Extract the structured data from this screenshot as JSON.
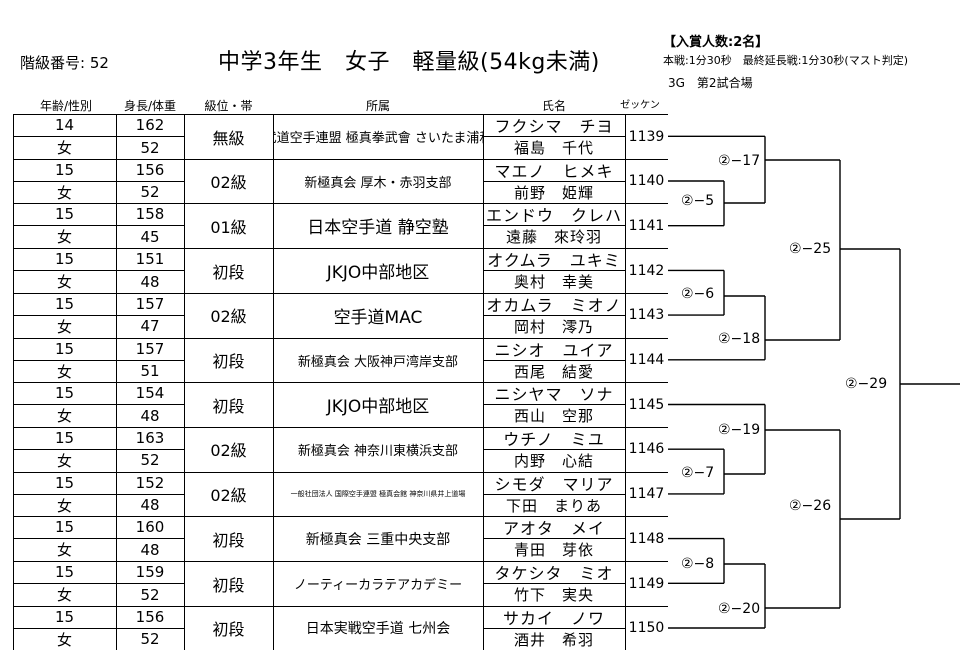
{
  "header": {
    "class_label": "階級番号: 52",
    "title": "中学3年生　女子　軽量級(54kg未満)",
    "award_title": "【入賞人数:2名】",
    "rules": "本戦:1分30秒　最終延長戦:1分30秒(マスト判定)",
    "venue": "3G　第2試合場"
  },
  "columns": [
    "年齢/性別",
    "身長/体重",
    "級位・帯",
    "所属",
    "氏名",
    "ゼッケン"
  ],
  "competitors": [
    {
      "age": "14",
      "sex": "女",
      "height": "162",
      "weight": "52",
      "rank": "無級",
      "club": "極真武道空手連盟 極真拳武會 さいたま浦和支部",
      "kana": "フクシマ　チヨ",
      "kanji": "福島　千代",
      "number": "1139"
    },
    {
      "age": "15",
      "sex": "女",
      "height": "156",
      "weight": "52",
      "rank": "02級",
      "club": "新極真会 厚木・赤羽支部",
      "kana": "マエノ　ヒメキ",
      "kanji": "前野　姫輝",
      "number": "1140"
    },
    {
      "age": "15",
      "sex": "女",
      "height": "158",
      "weight": "45",
      "rank": "01級",
      "club": "日本空手道 静空塾",
      "kana": "エンドウ　クレハ",
      "kanji": "遠藤　來玲羽",
      "number": "1141"
    },
    {
      "age": "15",
      "sex": "女",
      "height": "151",
      "weight": "48",
      "rank": "初段",
      "club": "JKJO中部地区",
      "kana": "オクムラ　ユキミ",
      "kanji": "奥村　幸美",
      "number": "1142"
    },
    {
      "age": "15",
      "sex": "女",
      "height": "157",
      "weight": "47",
      "rank": "02級",
      "club": "空手道MAC",
      "kana": "オカムラ　ミオノ",
      "kanji": "岡村　澪乃",
      "number": "1143"
    },
    {
      "age": "15",
      "sex": "女",
      "height": "157",
      "weight": "51",
      "rank": "初段",
      "club": "新極真会 大阪神戸湾岸支部",
      "kana": "ニシオ　ユイア",
      "kanji": "西尾　結愛",
      "number": "1144"
    },
    {
      "age": "15",
      "sex": "女",
      "height": "154",
      "weight": "48",
      "rank": "初段",
      "club": "JKJO中部地区",
      "kana": "ニシヤマ　ソナ",
      "kanji": "西山　空那",
      "number": "1145"
    },
    {
      "age": "15",
      "sex": "女",
      "height": "163",
      "weight": "52",
      "rank": "02級",
      "club": "新極真会 神奈川東横浜支部",
      "kana": "ウチノ　ミユ",
      "kanji": "内野　心結",
      "number": "1146"
    },
    {
      "age": "15",
      "sex": "女",
      "height": "152",
      "weight": "48",
      "rank": "02級",
      "club": "一般社団法人 国際空手連盟 極真会館 神奈川県井上道場",
      "kana": "シモダ　マリア",
      "kanji": "下田　まりあ",
      "number": "1147"
    },
    {
      "age": "15",
      "sex": "女",
      "height": "160",
      "weight": "48",
      "rank": "初段",
      "club": "新極真会 三重中央支部",
      "kana": "アオタ　メイ",
      "kanji": "青田　芽依",
      "number": "1148"
    },
    {
      "age": "15",
      "sex": "女",
      "height": "159",
      "weight": "52",
      "rank": "初段",
      "club": "ノーティーカラテアカデミー",
      "kana": "タケシタ　ミオ",
      "kanji": "竹下　実央",
      "number": "1149"
    },
    {
      "age": "15",
      "sex": "女",
      "height": "156",
      "weight": "52",
      "rank": "初段",
      "club": "日本実戦空手道 七州会",
      "kana": "サカイ　ノワ",
      "kanji": "酒井　希羽",
      "number": "1150"
    }
  ],
  "matches": {
    "m2_5": "②−5",
    "m2_6": "②−6",
    "m2_7": "②−7",
    "m2_8": "②−8",
    "m2_17": "②−17",
    "m2_18": "②−18",
    "m2_19": "②−19",
    "m2_20": "②−20",
    "m2_25": "②−25",
    "m2_26": "②−26",
    "m2_29": "②−29"
  }
}
